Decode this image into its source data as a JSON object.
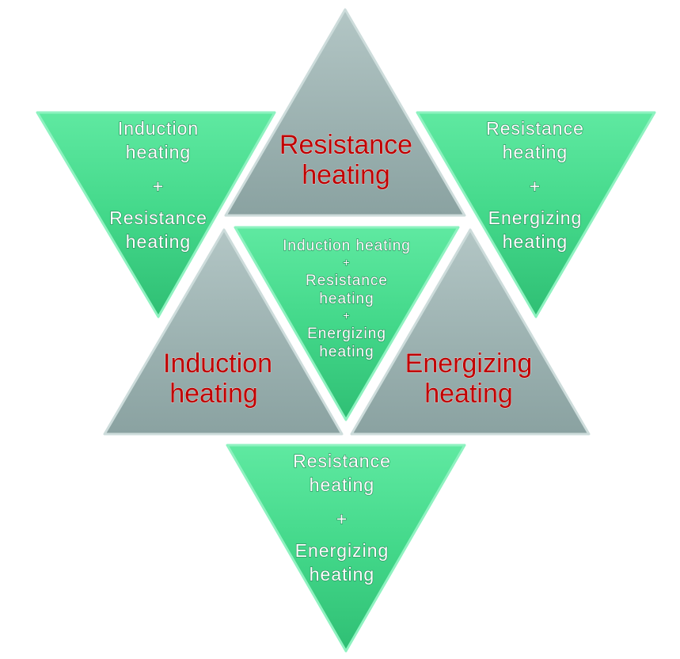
{
  "colors": {
    "green": "#45d98c",
    "gray": "#9fb4b3",
    "red_text": "#c00000"
  },
  "triangles": {
    "top": {
      "line1": "Resistance",
      "line2": "heating"
    },
    "left_gray": {
      "line1": "Induction",
      "line2": "heating"
    },
    "right_gray": {
      "line1": "Energizing",
      "line2": "heating"
    },
    "top_left": {
      "line1": "Induction",
      "line2": "heating",
      "plus": "+",
      "line3": "Resistance",
      "line4": "heating"
    },
    "top_right": {
      "line1": "Resistance",
      "line2": "heating",
      "plus": "+",
      "line3": "Energizing",
      "line4": "heating"
    },
    "center": {
      "line1": "Induction heating",
      "plus1": "+",
      "line2": "Resistance",
      "line3": "heating",
      "plus2": "+",
      "line4": "Energizing",
      "line5": "heating"
    },
    "bottom": {
      "line1": "Resistance",
      "line2": "heating",
      "plus": "+",
      "line3": "Energizing",
      "line4": "heating"
    }
  }
}
